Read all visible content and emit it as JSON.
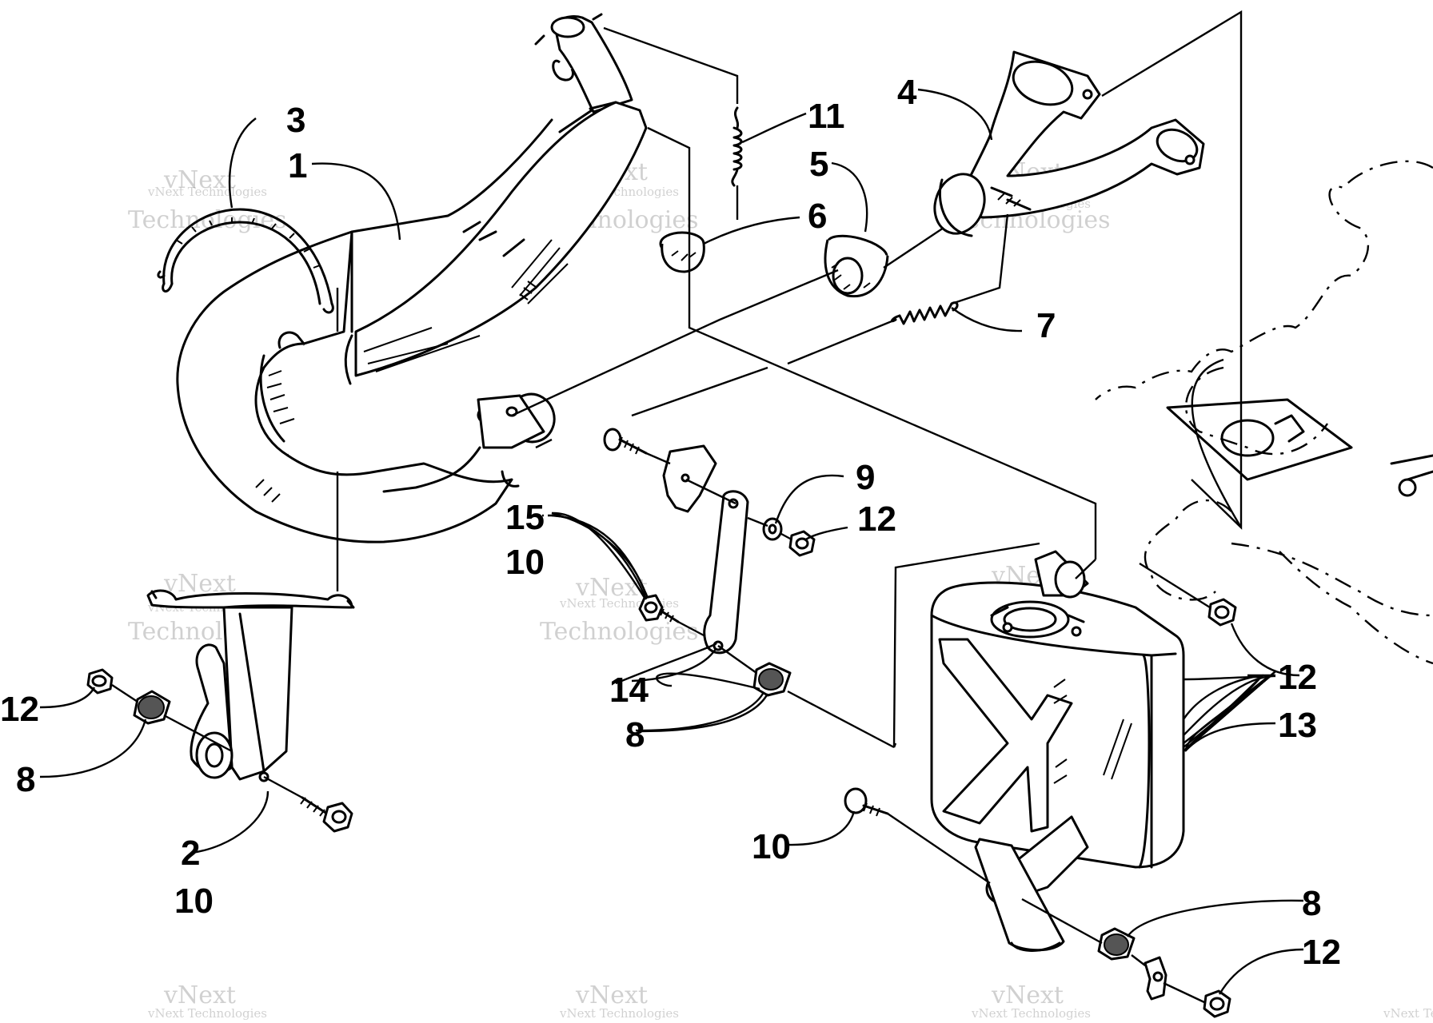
{
  "callouts": [
    {
      "id": "1",
      "label": "1"
    },
    {
      "id": "2",
      "label": "2"
    },
    {
      "id": "3",
      "label": "3"
    },
    {
      "id": "4",
      "label": "4"
    },
    {
      "id": "5",
      "label": "5"
    },
    {
      "id": "6",
      "label": "6"
    },
    {
      "id": "7",
      "label": "7"
    },
    {
      "id": "8",
      "label": "8"
    },
    {
      "id": "9",
      "label": "9"
    },
    {
      "id": "10",
      "label": "10"
    },
    {
      "id": "11",
      "label": "11"
    },
    {
      "id": "12",
      "label": "12"
    },
    {
      "id": "13",
      "label": "13"
    },
    {
      "id": "14",
      "label": "14"
    },
    {
      "id": "15",
      "label": "15"
    }
  ],
  "watermark": {
    "line1": "vNext Technologies",
    "line2": "vNext",
    "line3": "Technologies"
  }
}
